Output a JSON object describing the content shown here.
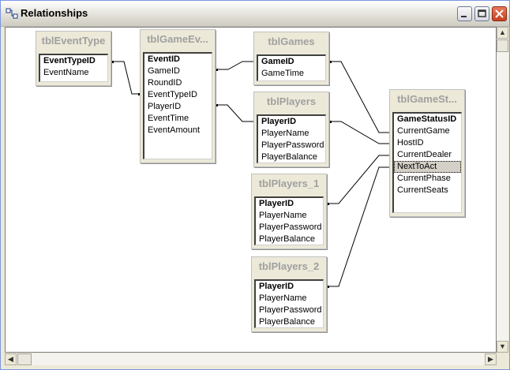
{
  "window": {
    "title": "Relationships"
  },
  "tables": {
    "event_type": {
      "title": "tblEventType",
      "fields": [
        "EventTypeID",
        "EventName"
      ]
    },
    "game_events": {
      "title": "tblGameEv...",
      "fields": [
        "EventID",
        "GameID",
        "RoundID",
        "EventTypeID",
        "PlayerID",
        "EventTime",
        "EventAmount"
      ]
    },
    "games": {
      "title": "tblGames",
      "fields": [
        "GameID",
        "GameTime"
      ]
    },
    "players": {
      "title": "tblPlayers",
      "fields": [
        "PlayerID",
        "PlayerName",
        "PlayerPassword",
        "PlayerBalance"
      ]
    },
    "players_1": {
      "title": "tblPlayers_1",
      "fields": [
        "PlayerID",
        "PlayerName",
        "PlayerPassword",
        "PlayerBalance"
      ]
    },
    "players_2": {
      "title": "tblPlayers_2",
      "fields": [
        "PlayerID",
        "PlayerName",
        "PlayerPassword",
        "PlayerBalance"
      ]
    },
    "game_status": {
      "title": "tblGameSt...",
      "fields": [
        "GameStatusID",
        "CurrentGame",
        "HostID",
        "CurrentDealer",
        "NextToAct",
        "CurrentPhase",
        "CurrentSeats"
      ]
    }
  }
}
